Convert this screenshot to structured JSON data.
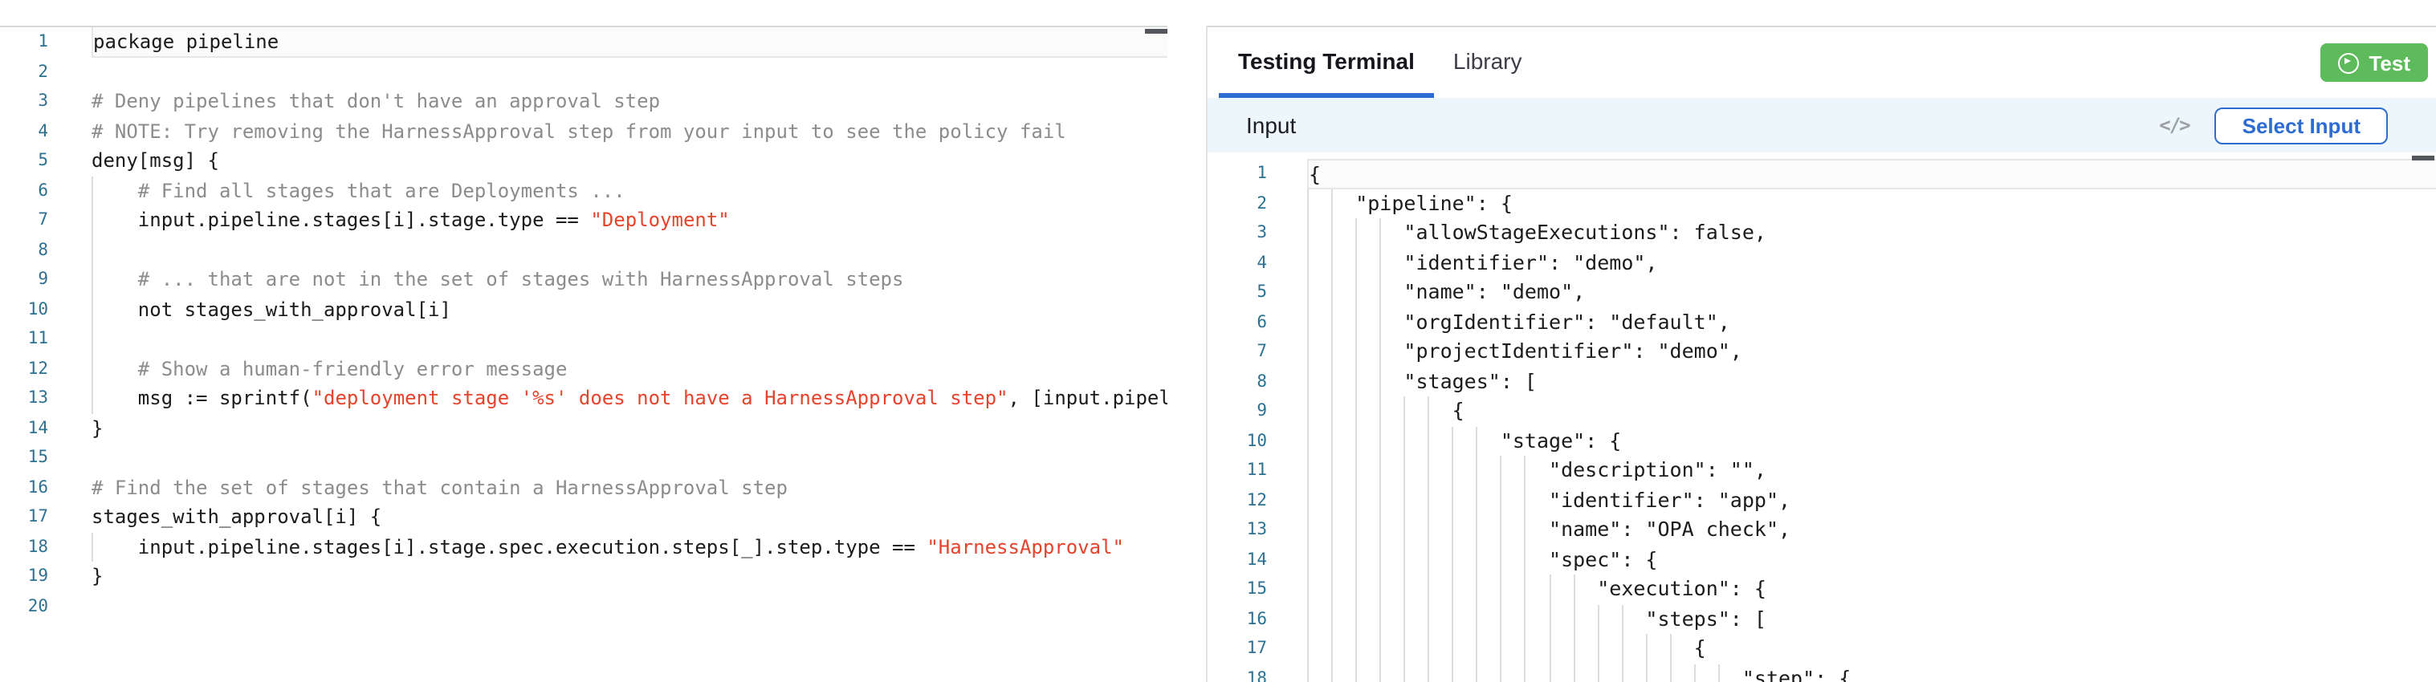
{
  "colors": {
    "accent_blue": "#2e6cd5",
    "test_button_green": "#5ebb5b",
    "string_red": "#e5432c",
    "comment_gray": "#8c8c8c",
    "line_number_blue": "#2d7191",
    "code_text": "#1b1b1b",
    "input_bar_background": "#ecf6fb",
    "panel_border": "#d9d9d9",
    "indent_guide": "#dcdcdc",
    "active_line_border": "#e6e6e6",
    "overview_ruler_dash": "#53575c"
  },
  "policy_editor": {
    "active_line": 1,
    "indent_guide_step": 4,
    "lines": [
      [
        [
          "pln",
          "package pipeline"
        ]
      ],
      [],
      [
        [
          "com",
          "# Deny pipelines that don't have an approval step"
        ]
      ],
      [
        [
          "com",
          "# NOTE: Try removing the HarnessApproval step from your input to see the policy fail"
        ]
      ],
      [
        [
          "pln",
          "deny[msg] {"
        ]
      ],
      [
        [
          "com",
          "    # Find all stages that are Deployments ..."
        ]
      ],
      [
        [
          "pln",
          "    input.pipeline.stages[i].stage.type == "
        ],
        [
          "str",
          "\"Deployment\""
        ]
      ],
      [],
      [
        [
          "com",
          "    # ... that are not in the set of stages with HarnessApproval steps"
        ]
      ],
      [
        [
          "pln",
          "    not stages_with_approval[i]"
        ]
      ],
      [],
      [
        [
          "com",
          "    # Show a human-friendly error message"
        ]
      ],
      [
        [
          "pln",
          "    msg := sprintf("
        ],
        [
          "str",
          "\"deployment stage '%s' does not have a HarnessApproval step\""
        ],
        [
          "pln",
          ", [input.pipel"
        ]
      ],
      [
        [
          "pln",
          "}"
        ]
      ],
      [],
      [
        [
          "com",
          "# Find the set of stages that contain a HarnessApproval step"
        ]
      ],
      [
        [
          "pln",
          "stages_with_approval[i] {"
        ]
      ],
      [
        [
          "pln",
          "    input.pipeline.stages[i].stage.spec.execution.steps[_].step.type == "
        ],
        [
          "str",
          "\"HarnessApproval\""
        ]
      ],
      [
        [
          "pln",
          "}"
        ]
      ],
      []
    ]
  },
  "testing_panel": {
    "tabs": [
      {
        "label": "Testing Terminal",
        "active": true
      },
      {
        "label": "Library",
        "active": false
      }
    ],
    "test_button": {
      "label": "Test",
      "icon": "play-circle"
    },
    "input_header": {
      "title": "Input",
      "code_icon": "</>",
      "select_button_label": "Select Input"
    },
    "input_editor": {
      "active_line": 1,
      "indent_guide_step": 2,
      "lines": [
        "{",
        "    \"pipeline\": {",
        "        \"allowStageExecutions\": false,",
        "        \"identifier\": \"demo\",",
        "        \"name\": \"demo\",",
        "        \"orgIdentifier\": \"default\",",
        "        \"projectIdentifier\": \"demo\",",
        "        \"stages\": [",
        "            {",
        "                \"stage\": {",
        "                    \"description\": \"\",",
        "                    \"identifier\": \"app\",",
        "                    \"name\": \"OPA check\",",
        "                    \"spec\": {",
        "                        \"execution\": {",
        "                            \"steps\": [",
        "                                {",
        "                                    \"step\": {"
      ]
    }
  }
}
